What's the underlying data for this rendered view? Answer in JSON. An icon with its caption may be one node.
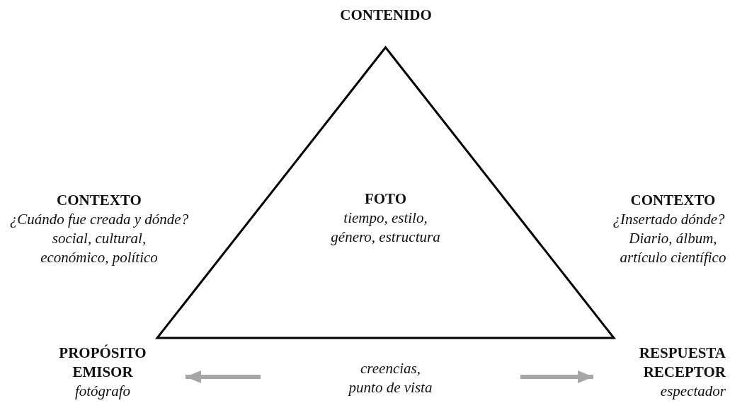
{
  "diagram": {
    "nodes": [
      {
        "text": [
          "FOTO",
          "tiempo, estilo, género, estructura"
        ]
      },
      {
        "text": [
          "creencias, punto de vista"
        ]
      },
      {
        "text": [
          "PROPÓSITO",
          "EMISOR",
          "fotógrafo"
        ]
      },
      {
        "text": [
          "RESPUESTA",
          "RECEPTOR",
          "espectador"
        ]
      }
    ],
    "edges": [
      {
        "from": null,
        "to": 2,
        "arrow": "to",
        "color": "#a6a6a6"
      },
      {
        "from": null,
        "to": 3,
        "arrow": "to",
        "color": "#a6a6a6"
      }
    ],
    "labels": [
      "CONTENIDO",
      "CONTEXTO",
      "¿Cuándo fue creada y dónde?",
      "social, cultural, económico, político",
      "CONTEXTO",
      "¿Insertado dónde?",
      "Diario, álbum, artículo científico"
    ]
  }
}
